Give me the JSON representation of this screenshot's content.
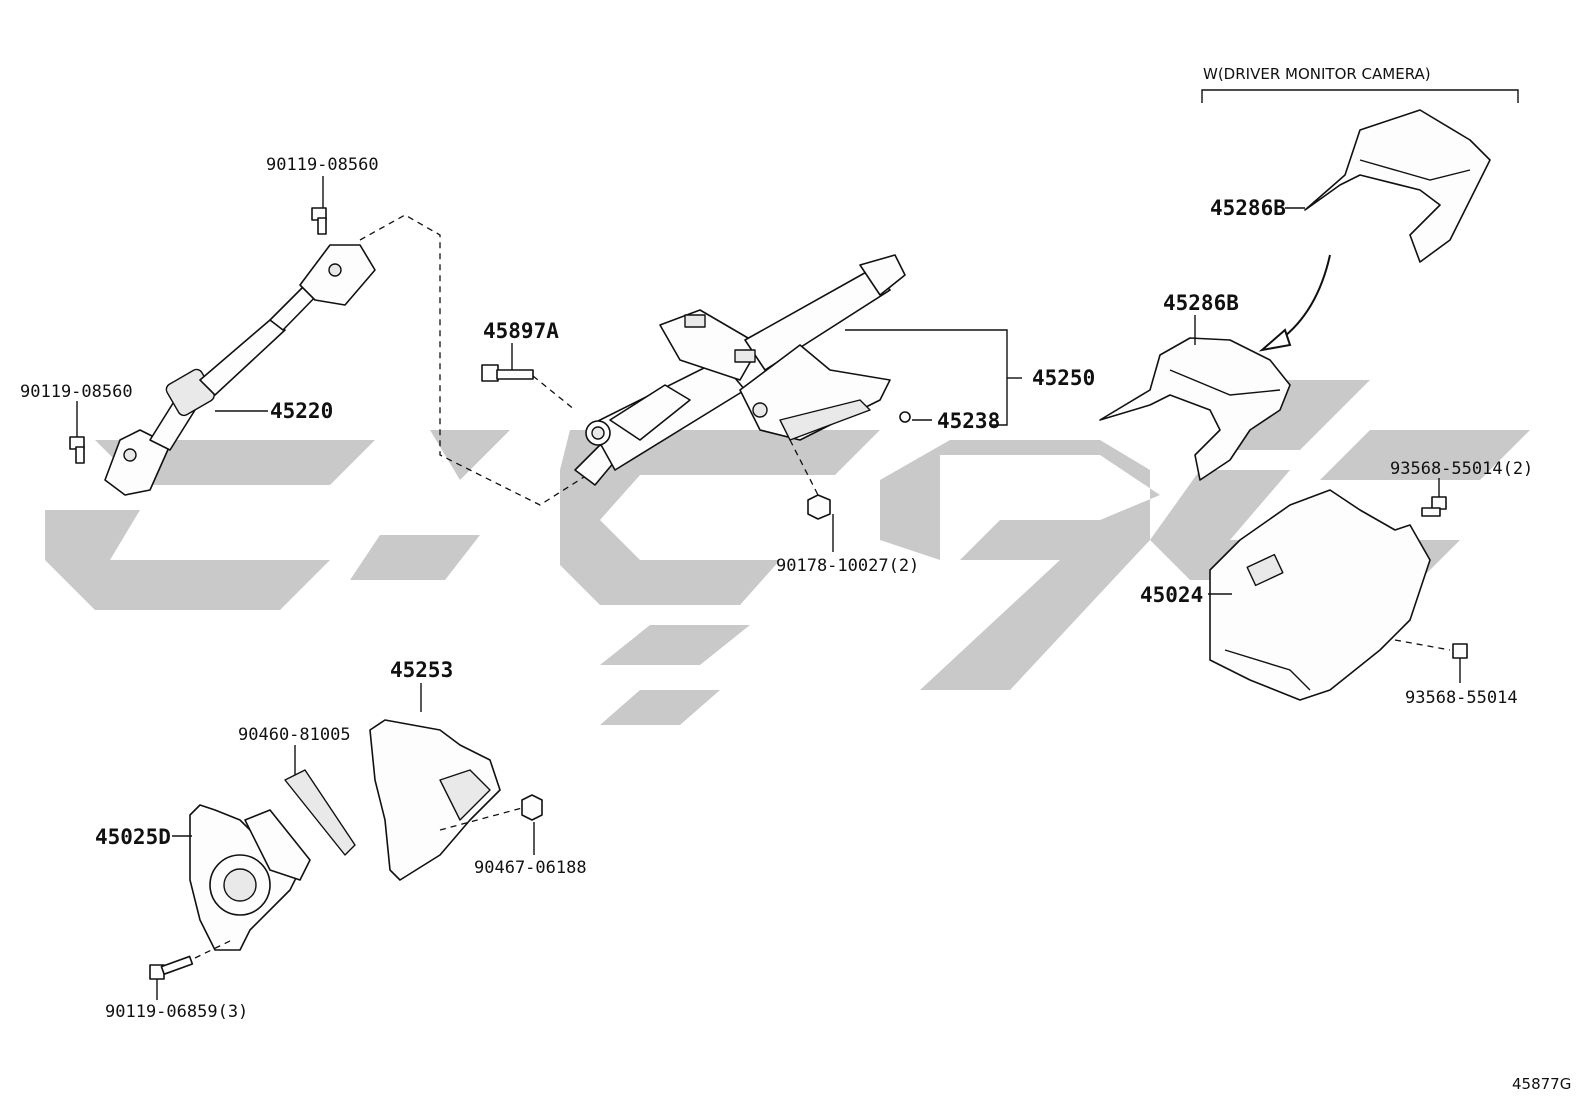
{
  "diagram": {
    "variant_note": "W(DRIVER MONITOR CAMERA)",
    "figure_id": "45877G",
    "labels": {
      "p_90119_08560_top": "90119-08560",
      "p_90119_08560_left": "90119-08560",
      "p_45220": "45220",
      "p_45897A": "45897A",
      "p_45250": "45250",
      "p_45238": "45238",
      "p_90178_10027": "90178-10027(2)",
      "p_45286B_top": "45286B",
      "p_45286B_mid": "45286B",
      "p_93568_55014_2": "93568-55014(2)",
      "p_45024": "45024",
      "p_93568_55014": "93568-55014",
      "p_45253": "45253",
      "p_90460_81005": "90460-81005",
      "p_45025D": "45025D",
      "p_90467_06188": "90467-06188",
      "p_90119_06859": "90119-06859(3)"
    }
  },
  "colors": {
    "line": "#111111",
    "watermark": "#c9c9c9",
    "background": "#ffffff"
  }
}
